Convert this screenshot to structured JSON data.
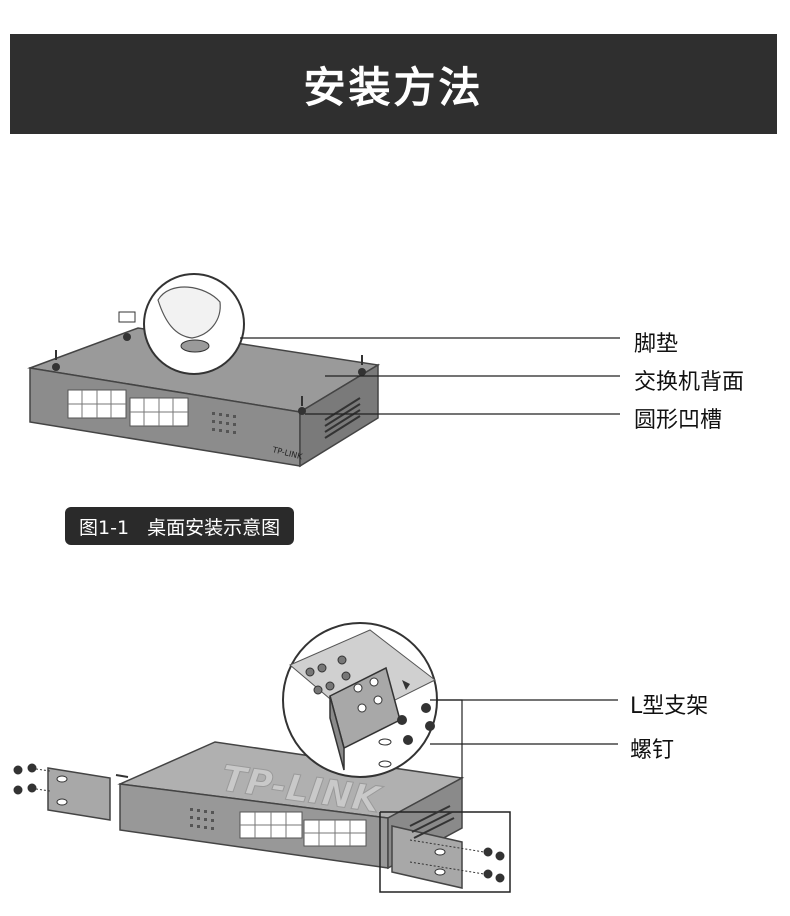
{
  "header": {
    "title": "安装方法"
  },
  "figure1": {
    "labels": {
      "foot_pad": "脚垫",
      "switch_back": "交换机背面",
      "round_groove": "圆形凹槽"
    },
    "caption": {
      "number": "图1-1",
      "text": "桌面安装示意图"
    },
    "brand": "TP-LINK"
  },
  "figure2": {
    "labels": {
      "l_bracket": "L型支架",
      "screw": "螺钉"
    },
    "brand": "TP-LINK"
  },
  "colors": {
    "banner_bg": "#2f2f2f",
    "caption_bg": "#2a2a2a",
    "device_gray": "#a8a8a8"
  }
}
